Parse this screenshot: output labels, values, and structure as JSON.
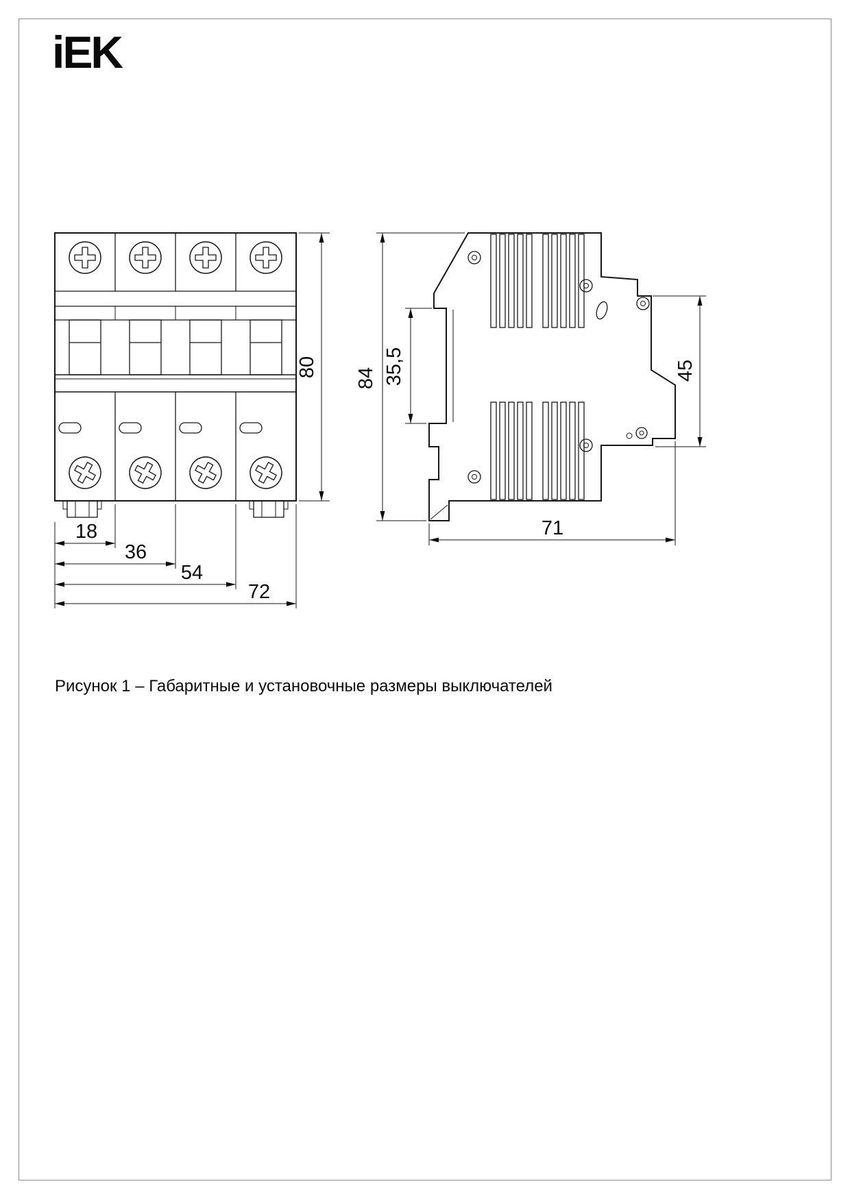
{
  "logo": {
    "text": "iEK"
  },
  "figure": {
    "caption": "Рисунок 1 – Габаритные и установочные размеры выключателей"
  },
  "front_view": {
    "dims": {
      "d18": "18",
      "d36": "36",
      "d54": "54",
      "d72": "72",
      "d80": "80"
    }
  },
  "side_view": {
    "dims": {
      "d84": "84",
      "d35_5": "35,5",
      "d45": "45",
      "d71": "71"
    }
  }
}
